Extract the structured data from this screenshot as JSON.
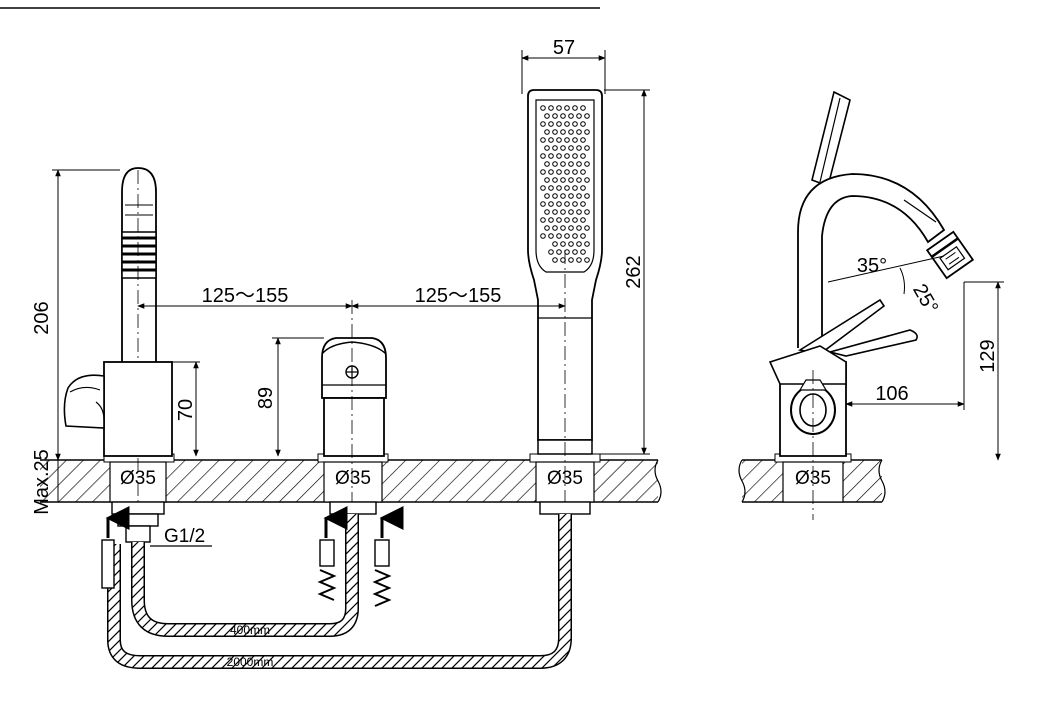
{
  "dimensions": {
    "handshower_width": "57",
    "handshower_height": "262",
    "spout_height": "206",
    "spout_body_height": "70",
    "valve_height": "89",
    "spacing_left": "125～155",
    "spacing_right": "125～155",
    "deck_thickness": "Max.25",
    "side_height": "129",
    "side_reach": "106"
  },
  "holes": [
    "Ø35",
    "Ø35",
    "Ø35",
    "Ø35"
  ],
  "thread": "G1/2",
  "angles": {
    "a1": "35°",
    "a2": "25°"
  },
  "hoses": {
    "short_length": "400mm",
    "long_length": "2000mm"
  }
}
